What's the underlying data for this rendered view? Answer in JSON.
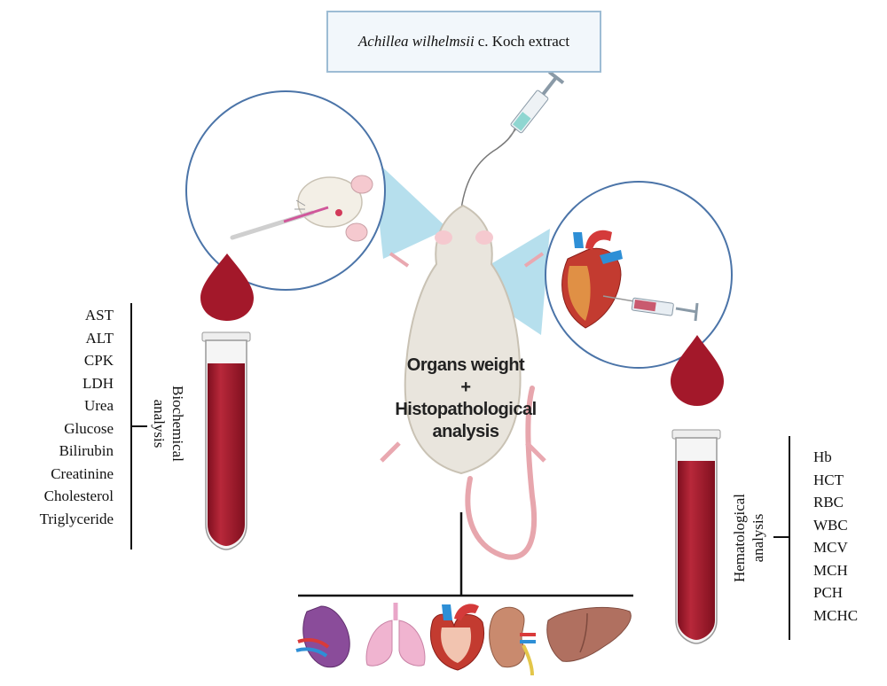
{
  "title": {
    "italic": "Achillea wilhelmsii",
    "rest": "c. Koch extract"
  },
  "center": {
    "line1": "Organs weight",
    "line2": "+",
    "line3": "Histopathological",
    "line4": "analysis"
  },
  "biochemical": {
    "label_line1": "Biochemical",
    "label_line2": "analysis",
    "items": [
      "AST",
      "ALT",
      "CPK",
      "LDH",
      "Urea",
      "Glucose",
      "Bilirubin",
      "Creatinine",
      "Cholesterol",
      "Triglyceride"
    ]
  },
  "hematological": {
    "label_line1": "Hematological",
    "label_line2": "analysis",
    "items": [
      "Hb",
      "HCT",
      "RBC",
      "WBC",
      "MCV",
      "MCH",
      "PCH",
      "MCHC"
    ]
  },
  "organs": [
    "spleen-icon",
    "lungs-icon",
    "heart-icon",
    "kidney-icon",
    "liver-icon"
  ],
  "colors": {
    "blood": "#a3182a",
    "box_border": "#9dbcd4",
    "circle": "#4b74a8",
    "beam": "#a9d9ea",
    "mouse": "#e9e5dd"
  }
}
